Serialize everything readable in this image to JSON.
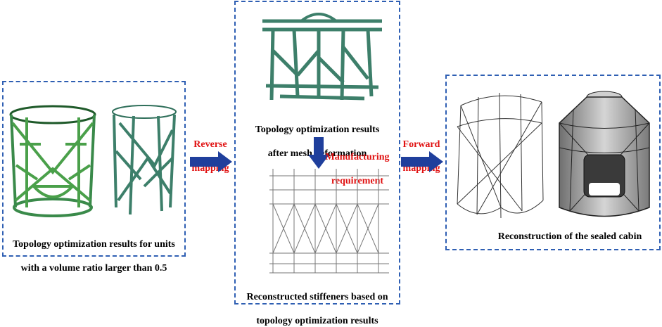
{
  "panels": {
    "left": {
      "caption_line1": "Topology optimization results for units",
      "caption_line2": "with a volume ratio larger than 0.5"
    },
    "middle": {
      "top_caption_line1": "Topology optimization results",
      "top_caption_line2": "after mesh deformation",
      "bottom_caption_line1": "Reconstructed stiffeners based on",
      "bottom_caption_line2": "topology optimization results"
    },
    "right": {
      "caption": "Reconstruction of the sealed cabin"
    }
  },
  "arrows": {
    "reverse": {
      "line1": "Reverse",
      "line2": "mapping"
    },
    "forward": {
      "line1": "Forward",
      "line2": "mapping"
    },
    "manufacturing": {
      "line1": "Manufacturing",
      "line2": "requirement"
    }
  },
  "colors": {
    "frame": "#2f5fb3",
    "arrow": "#1f3f9c",
    "label": "#e01010",
    "green": "#3a8a4a",
    "teal": "#3d7f6a"
  }
}
